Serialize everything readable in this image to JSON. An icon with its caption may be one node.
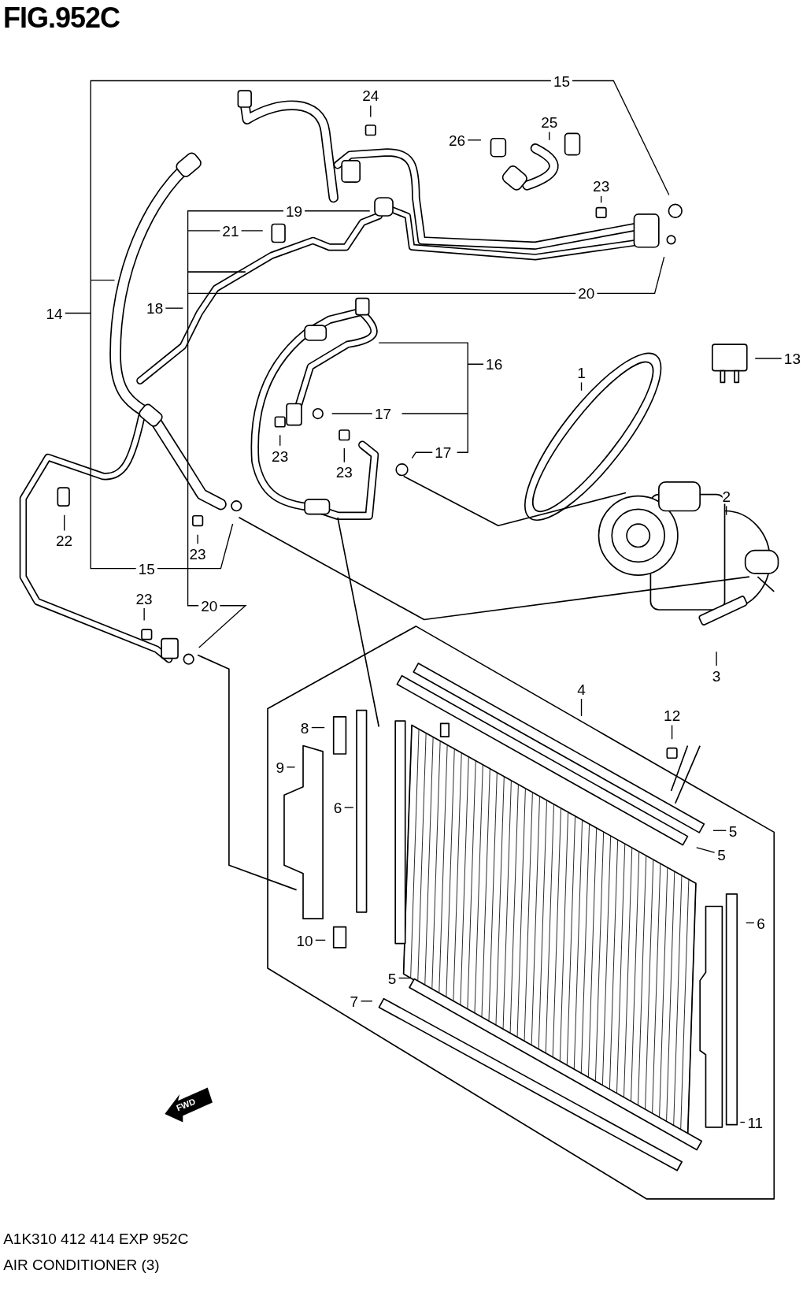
{
  "diagram": {
    "title": "FIG.952C",
    "nodes": [
      {
        "text": [
          "15"
        ]
      },
      {
        "text": [
          "24"
        ]
      },
      {
        "text": [
          "25"
        ]
      },
      {
        "text": [
          "26"
        ]
      },
      {
        "text": [
          "23"
        ]
      },
      {
        "text": [
          "19"
        ]
      },
      {
        "text": [
          "21"
        ]
      },
      {
        "text": [
          "20"
        ]
      },
      {
        "text": [
          "18"
        ]
      },
      {
        "text": [
          "14"
        ]
      },
      {
        "text": [
          "13"
        ]
      },
      {
        "text": [
          "16"
        ]
      },
      {
        "text": [
          "1"
        ]
      },
      {
        "text": [
          "17"
        ]
      },
      {
        "text": [
          "17"
        ]
      },
      {
        "text": [
          "23"
        ]
      },
      {
        "text": [
          "23"
        ]
      },
      {
        "text": [
          "2"
        ]
      },
      {
        "text": [
          "22"
        ]
      },
      {
        "text": [
          "23"
        ]
      },
      {
        "text": [
          "15"
        ]
      },
      {
        "text": [
          "23"
        ]
      },
      {
        "text": [
          "20"
        ]
      },
      {
        "text": [
          "3"
        ]
      },
      {
        "text": [
          "4"
        ]
      },
      {
        "text": [
          "12"
        ]
      },
      {
        "text": [
          "8"
        ]
      },
      {
        "text": [
          "9"
        ]
      },
      {
        "text": [
          "6"
        ]
      },
      {
        "text": [
          "5"
        ]
      },
      {
        "text": [
          "5"
        ]
      },
      {
        "text": [
          "6"
        ]
      },
      {
        "text": [
          "10"
        ]
      },
      {
        "text": [
          "5"
        ]
      },
      {
        "text": [
          "7"
        ]
      },
      {
        "text": [
          "11"
        ]
      }
    ],
    "edges": [
      {
        "from": 0,
        "to": 20,
        "arrow": "none"
      },
      {
        "from": 1,
        "to": null,
        "arrow": "none"
      },
      {
        "from": 2,
        "to": null,
        "arrow": "none"
      },
      {
        "from": 3,
        "to": null,
        "arrow": "none"
      },
      {
        "from": 4,
        "to": null,
        "arrow": "none"
      },
      {
        "from": 5,
        "to": 22,
        "arrow": "none"
      },
      {
        "from": 6,
        "to": null,
        "arrow": "none"
      },
      {
        "from": 7,
        "to": null,
        "arrow": "none"
      },
      {
        "from": 8,
        "to": null,
        "arrow": "none"
      },
      {
        "from": 9,
        "to": null,
        "arrow": "none"
      },
      {
        "from": 10,
        "to": null,
        "arrow": "none"
      },
      {
        "from": 11,
        "to": null,
        "arrow": "none"
      },
      {
        "from": 12,
        "to": null,
        "arrow": "none"
      },
      {
        "from": 13,
        "to": null,
        "arrow": "none"
      },
      {
        "from": 14,
        "to": null,
        "arrow": "none"
      },
      {
        "from": 15,
        "to": null,
        "arrow": "none"
      },
      {
        "from": 16,
        "to": null,
        "arrow": "none"
      },
      {
        "from": 17,
        "to": null,
        "arrow": "none"
      },
      {
        "from": 18,
        "to": null,
        "arrow": "none"
      },
      {
        "from": 19,
        "to": null,
        "arrow": "none"
      },
      {
        "from": 20,
        "to": null,
        "arrow": "none"
      },
      {
        "from": 21,
        "to": null,
        "arrow": "none"
      },
      {
        "from": 22,
        "to": null,
        "arrow": "none"
      },
      {
        "from": 23,
        "to": null,
        "arrow": "none"
      },
      {
        "from": 24,
        "to": null,
        "arrow": "none"
      },
      {
        "from": 25,
        "to": null,
        "arrow": "none"
      },
      {
        "from": 26,
        "to": null,
        "arrow": "none"
      },
      {
        "from": 27,
        "to": null,
        "arrow": "none"
      },
      {
        "from": 28,
        "to": null,
        "arrow": "none"
      },
      {
        "from": 29,
        "to": null,
        "arrow": "none"
      },
      {
        "from": 30,
        "to": null,
        "arrow": "none"
      },
      {
        "from": 31,
        "to": null,
        "arrow": "none"
      },
      {
        "from": 32,
        "to": null,
        "arrow": "none"
      },
      {
        "from": 33,
        "to": null,
        "arrow": "none"
      },
      {
        "from": 34,
        "to": null,
        "arrow": "none"
      },
      {
        "from": 35,
        "to": null,
        "arrow": "none"
      },
      {
        "from": 0,
        "to": null,
        "arrow": "none"
      },
      {
        "from": 5,
        "to": null,
        "arrow": "none"
      }
    ],
    "labels": [
      "FWD",
      "A1K310 412 414 EXP 952C",
      "AIR CONDITIONER (3)"
    ]
  }
}
